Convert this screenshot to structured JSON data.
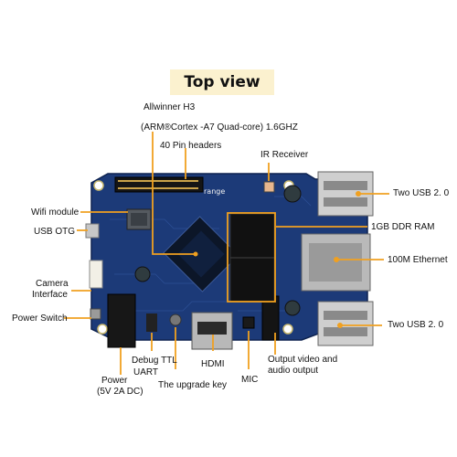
{
  "title": "Top view",
  "labels": {
    "soc_line1": "Allwinner H3",
    "soc_line2": "(ARM®Cortex  -A7 Quad-core) 1.6GHZ",
    "pin_headers": "40 Pin headers",
    "ir_receiver": "IR Receiver",
    "wifi_module": "Wifi module",
    "usb_otg": "USB OTG",
    "camera_line1": "Camera",
    "camera_line2": "Interface",
    "power_switch": "Power Switch",
    "power_line1": "Power",
    "power_line2": "(5V 2A DC)",
    "debug_line1": "Debug TTL",
    "debug_line2": "UART",
    "upgrade_key": "The upgrade key",
    "hdmi": "HDMI",
    "mic": "MIC",
    "output_line1": "Output video and",
    "output_line2": "audio output",
    "usb_top": "Two USB 2. 0",
    "ddr_ram": "1GB DDR RAM",
    "ethernet": "100M Ethernet",
    "usb_bottom": "Two USB 2. 0"
  },
  "board_text": "range",
  "colors": {
    "accent_line": "#f0a020",
    "board": "#1c3a78",
    "banner": "#fbf1cf"
  }
}
